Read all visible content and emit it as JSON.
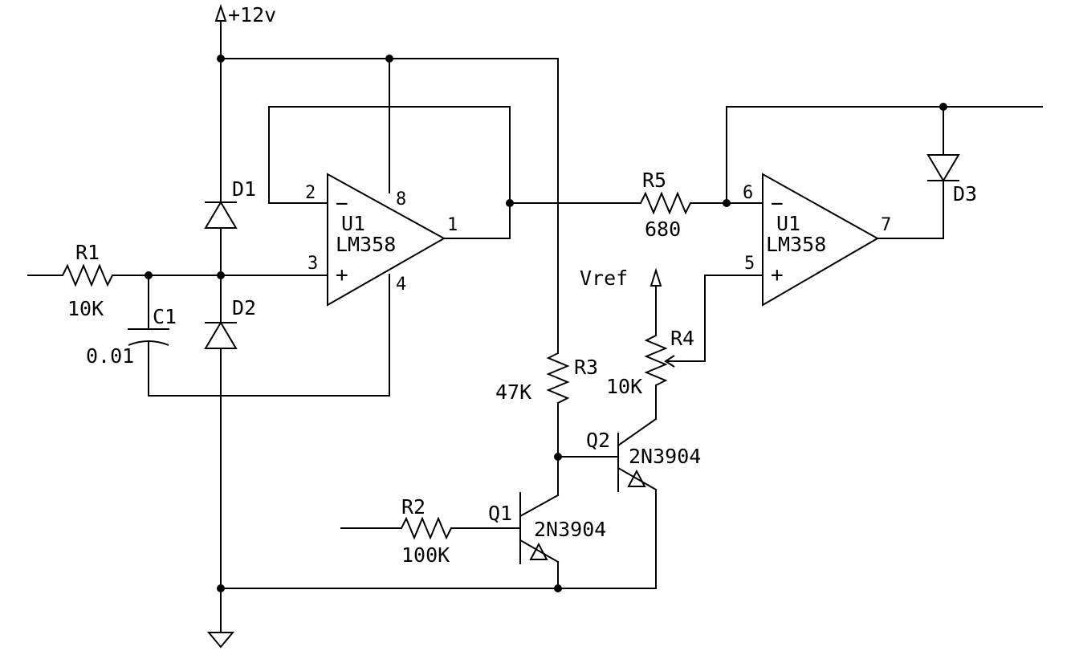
{
  "supply": {
    "label": "+12v"
  },
  "vref": {
    "label": "Vref"
  },
  "components": {
    "R1": {
      "ref": "R1",
      "value": "10K"
    },
    "R2": {
      "ref": "R2",
      "value": "100K"
    },
    "R3": {
      "ref": "R3",
      "value": "47K"
    },
    "R4": {
      "ref": "R4",
      "value": "10K"
    },
    "R5": {
      "ref": "R5",
      "value": "680"
    },
    "C1": {
      "ref": "C1",
      "value": "0.01"
    },
    "D1": {
      "ref": "D1"
    },
    "D2": {
      "ref": "D2"
    },
    "D3": {
      "ref": "D3"
    },
    "Q1": {
      "ref": "Q1",
      "value": "2N3904"
    },
    "Q2": {
      "ref": "Q2",
      "value": "2N3904"
    },
    "U1A": {
      "ref": "U1",
      "value": "LM358",
      "pins": {
        "inv": "2",
        "noninv": "3",
        "out": "1",
        "vcc": "8",
        "gnd": "4"
      },
      "minus": "−",
      "plus": "+"
    },
    "U1B": {
      "ref": "U1",
      "value": "LM358",
      "pins": {
        "inv": "6",
        "noninv": "5",
        "out": "7"
      },
      "minus": "−",
      "plus": "+"
    }
  }
}
